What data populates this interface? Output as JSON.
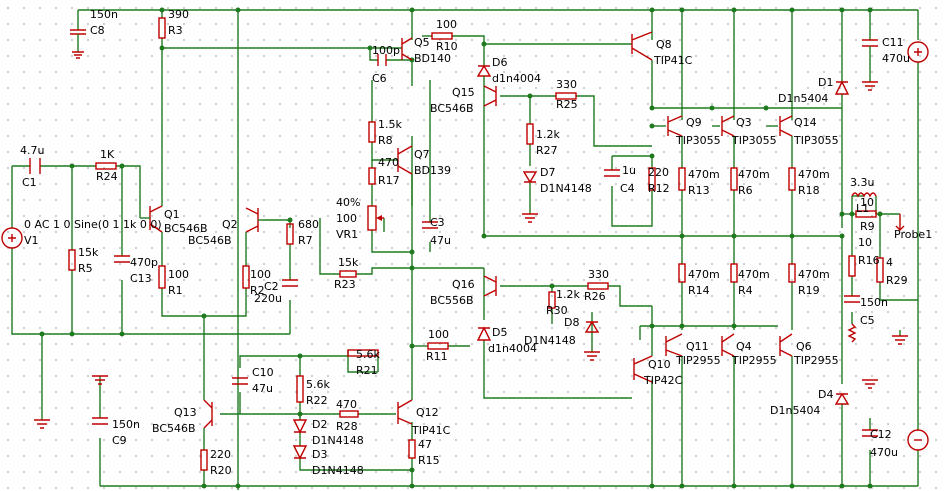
{
  "labels": {
    "c8_val": "150n",
    "c8_ref": "C8",
    "r3_val": "390",
    "r3_ref": "R3",
    "r10_val": "100",
    "r10_ref": "R10",
    "q5_ref": "Q5",
    "q5_part": "BD140",
    "c6_val": "100p",
    "c6_ref": "C6",
    "q8_ref": "Q8",
    "q8_part": "TIP41C",
    "c11_ref": "C11",
    "c11_val": "470u",
    "d6_ref": "D6",
    "d6_part": "d1n4004",
    "r25_val": "330",
    "r25_ref": "R25",
    "q15_ref": "Q15",
    "q15_part": "BC546B",
    "d1_ref": "D1",
    "d1_part": "D1n5404",
    "r8_val": "1.5k",
    "r8_ref": "R8",
    "r27_val": "1.2k",
    "r27_ref": "R27",
    "q9_ref": "Q9",
    "q9_part": "TIP3055",
    "q3_ref": "Q3",
    "q3_part": "TIP3055",
    "q14_ref": "Q14",
    "q14_part": "TIP3055",
    "c1_val": "4.7u",
    "c1_ref": "C1",
    "r24_val": "1K",
    "r24_ref": "R24",
    "r17_val": "470",
    "r17_ref": "R17",
    "q7_ref": "Q7",
    "q7_part": "BD139",
    "d7_ref": "D7",
    "d7_part": "D1N4148",
    "c4_val": "1u",
    "c4_ref": "C4",
    "r12_val": "220",
    "r12_ref": "R12",
    "r13_val": "470m",
    "r13_ref": "R13",
    "r6_val": "470m",
    "r6_ref": "R6",
    "r18_val": "470m",
    "r18_ref": "R18",
    "l1_val": "3.3u",
    "l1_ref": "L1",
    "r9_val": "10",
    "r9_ref": "R9",
    "probe_label": "Probe1",
    "v1_spec": "0 AC 1 0 Sine(0 1 1k 0 0)",
    "v1_ref": "V1",
    "q1_ref": "Q1",
    "q1_part": "BC546B",
    "q2_ref": "Q2",
    "q2_part": "BC546B",
    "r7_val": "680",
    "r7_ref": "R7",
    "vr1_pct": "40%",
    "vr1_val": "100",
    "vr1_ref": "VR1",
    "c3_ref": "C3",
    "c3_val": "47u",
    "r5_val": "15k",
    "r5_ref": "R5",
    "c13_val": "470p",
    "c13_ref": "C13",
    "r23_val": "15k",
    "r23_ref": "R23",
    "c2_ref": "C2",
    "c2_val": "220u",
    "r16_val": "10",
    "r16_ref": "R16",
    "r29_val": "4",
    "r29_ref": "R29",
    "r1_val": "100",
    "r1_ref": "R1",
    "r2_val": "100",
    "r2_ref": "R2",
    "r26_val": "330",
    "r26_ref": "R26",
    "q16_ref": "Q16",
    "q16_part": "BC556B",
    "r30_val": "1.2k",
    "r30_ref": "R30",
    "d8_ref": "D8",
    "d8_part": "D1N4148",
    "r14_val": "470m",
    "r14_ref": "R14",
    "r4_val": "470m",
    "r4_ref": "R4",
    "r19_val": "470m",
    "r19_ref": "R19",
    "c5_val": "150n",
    "c5_ref": "C5",
    "d5_ref": "D5",
    "d5_part": "d1n4004",
    "r11_val": "100",
    "r11_ref": "R11",
    "q11_ref": "Q11",
    "q11_part": "TIP2955",
    "q4_ref": "Q4",
    "q4_part": "TIP2955",
    "q6_ref": "Q6",
    "q6_part": "TIP2955",
    "q10_ref": "Q10",
    "q10_part": "TIP42C",
    "r21_val": "5.6k",
    "r21_ref": "R21",
    "c10_ref": "C10",
    "c10_val": "47u",
    "r22_val": "5.6k",
    "r22_ref": "R22",
    "r28_val": "470",
    "r28_ref": "R28",
    "q13_ref": "Q13",
    "q13_part": "BC546B",
    "q12_ref": "Q12",
    "q12_part": "TIP41C",
    "c9_val": "150n",
    "c9_ref": "C9",
    "d2_ref": "D2",
    "d2_part": "D1N4148",
    "d3_ref": "D3",
    "d3_part": "D1N4148",
    "r15_val": "47",
    "r15_ref": "R15",
    "r20_val": "220",
    "r20_ref": "R20",
    "d4_ref": "D4",
    "d4_part": "D1n5404",
    "c12_ref": "C12",
    "c12_val": "470u"
  },
  "colors": {
    "wire": "#1f7a1f",
    "component": "#c00000",
    "text": "#000000"
  }
}
